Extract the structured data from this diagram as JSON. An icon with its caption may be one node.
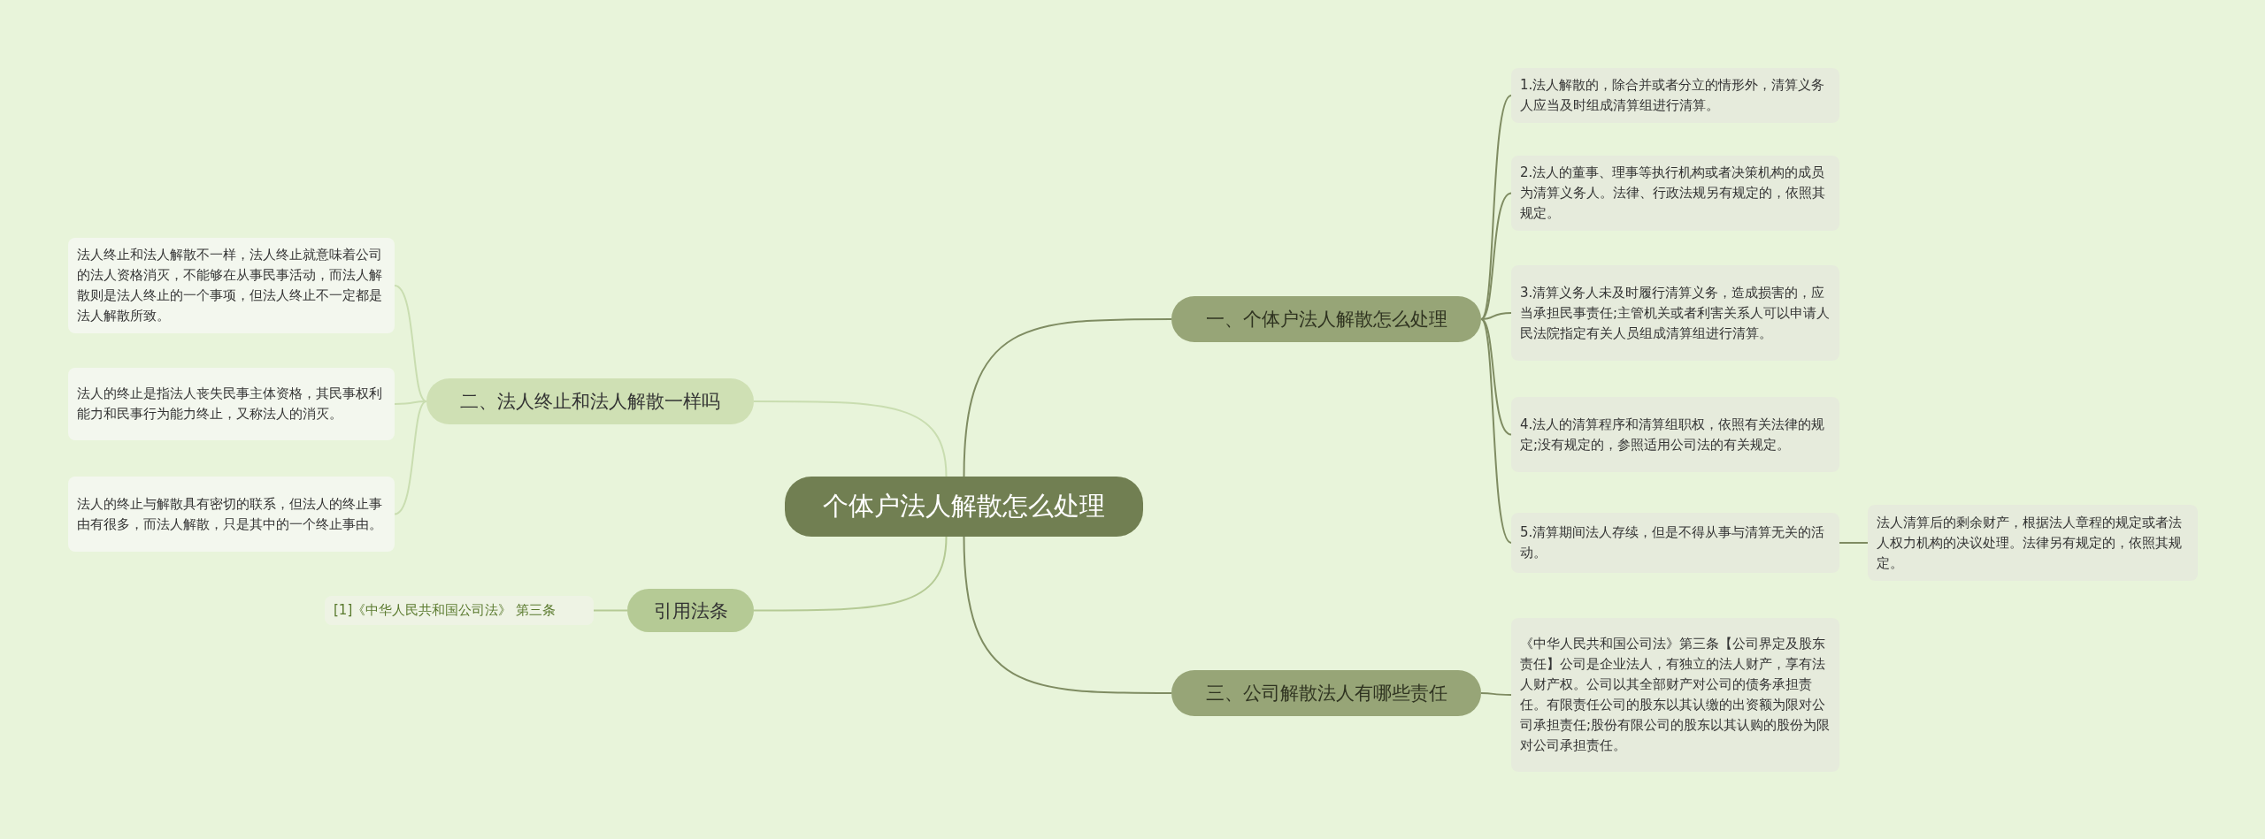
{
  "diagram": {
    "nodes": [
      {
        "text": [
          "个体户法人解散怎么处理"
        ]
      },
      {
        "text": [
          "一、个体户法人解散怎么处理"
        ]
      },
      {
        "text": [
          "1.法人解散的，除合并或者分立的情形外，清算义务人应当及时组成清算组进行清算。"
        ]
      },
      {
        "text": [
          "2.法人的董事、理事等执行机构或者决策机构的成员为清算义务人。法律、行政法规另有规定的，依照其规定。"
        ]
      },
      {
        "text": [
          "3.清算义务人未及时履行清算义务，造成损害的，应当承担民事责任;主管机关或者利害关系人可以申请人民法院指定有关人员组成清算组进行清算。"
        ]
      },
      {
        "text": [
          "4.法人的清算程序和清算组职权，依照有关法律的规定;没有规定的，参照适用公司法的有关规定。"
        ]
      },
      {
        "text": [
          "5.清算期间法人存续，但是不得从事与清算无关的活动。"
        ]
      },
      {
        "text": [
          "法人清算后的剩余财产，根据法人章程的规定或者法人权力机构的决议处理。法律另有规定的，依照其规定。"
        ]
      },
      {
        "text": [
          "二、法人终止和法人解散一样吗"
        ]
      },
      {
        "text": [
          "法人终止和法人解散不一样，法人终止就意味着公司的法人资格消灭，不能够在从事民事活动，而法人解散则是法人终止的一个事项，但法人终止不一定都是法人解散所致。"
        ]
      },
      {
        "text": [
          "法人的终止是指法人丧失民事主体资格，其民事权利能力和民事行为能力终止，又称法人的消灭。"
        ]
      },
      {
        "text": [
          "法人的终止与解散具有密切的联系，但法人的终止事由有很多，而法人解散，只是其中的一个终止事由。"
        ]
      },
      {
        "text": [
          "引用法条"
        ]
      },
      {
        "text": [
          "[1]《中华人民共和国公司法》 第三条"
        ]
      },
      {
        "text": [
          "三、公司解散法人有哪些责任"
        ]
      },
      {
        "text": [
          "《中华人民共和国公司法》第三条【公司界定及股东责任】公司是企业法人，有独立的法人财产，享有法人财产权。公司以其全部财产对公司的债务承担责任。有限责任公司的股东以其认缴的出资额为限对公司承担责任;股份有限公司的股东以其认购的股份为限对公司承担责任。"
        ]
      }
    ],
    "edges": [
      {
        "from": 0,
        "to": 1,
        "arrow": "none"
      },
      {
        "from": 1,
        "to": 2,
        "arrow": "none"
      },
      {
        "from": 1,
        "to": 3,
        "arrow": "none"
      },
      {
        "from": 1,
        "to": 4,
        "arrow": "none"
      },
      {
        "from": 1,
        "to": 5,
        "arrow": "none"
      },
      {
        "from": 1,
        "to": 6,
        "arrow": "none"
      },
      {
        "from": 6,
        "to": 7,
        "arrow": "none"
      },
      {
        "from": 0,
        "to": 8,
        "arrow": "none",
        "color": "#c9ddb0"
      },
      {
        "from": 8,
        "to": 9,
        "arrow": "none",
        "color": "#c9ddb0"
      },
      {
        "from": 8,
        "to": 10,
        "arrow": "none",
        "color": "#c9ddb0"
      },
      {
        "from": 8,
        "to": 11,
        "arrow": "none",
        "color": "#c9ddb0"
      },
      {
        "from": 0,
        "to": 12,
        "arrow": "none",
        "color": "#b5ca95"
      },
      {
        "from": 12,
        "to": 13,
        "arrow": "none",
        "color": "#b5ca95"
      },
      {
        "from": 0,
        "to": 14,
        "arrow": "none"
      },
      {
        "from": 14,
        "to": 15,
        "arrow": "none"
      }
    ]
  }
}
